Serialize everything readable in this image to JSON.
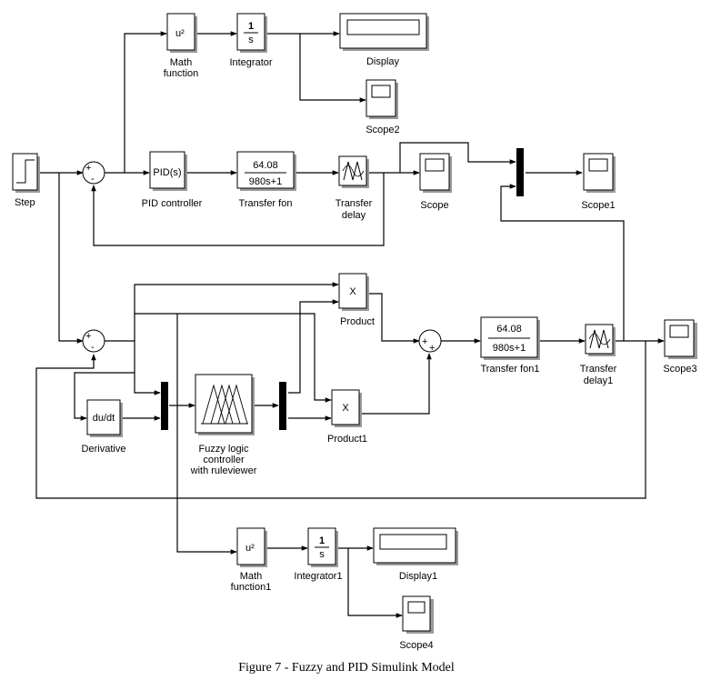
{
  "blocks": {
    "step": {
      "label": "Step"
    },
    "math_function": {
      "label_line1": "Math",
      "label_line2": "function",
      "glyph": "u²"
    },
    "integrator": {
      "label": "Integrator",
      "glyph_num": "1",
      "glyph_den": "s"
    },
    "display": {
      "label": "Display"
    },
    "scope2": {
      "label": "Scope2"
    },
    "pid_controller": {
      "label": "PID controller",
      "glyph": "PID(s)"
    },
    "transfer_fcn": {
      "label": "Transfer fon",
      "num": "64.08",
      "den": "980s+1"
    },
    "transfer_delay": {
      "label_line1": "Transfer",
      "label_line2": "delay"
    },
    "scope": {
      "label": "Scope"
    },
    "scope1": {
      "label": "Scope1"
    },
    "product": {
      "label": "Product",
      "glyph": "X"
    },
    "product1": {
      "label": "Product1",
      "glyph": "X"
    },
    "transfer_fcn1": {
      "label": "Transfer fon1",
      "num": "64.08",
      "den": "980s+1"
    },
    "transfer_delay1": {
      "label_line1": "Transfer",
      "label_line2": "delay1"
    },
    "scope3": {
      "label": "Scope3"
    },
    "derivative": {
      "label": "Derivative",
      "glyph": "du/dt"
    },
    "fuzzy": {
      "label_line1": "Fuzzy logic",
      "label_line2": "controller",
      "label_line3": "with ruleviewer"
    },
    "math_function1": {
      "label_line1": "Math",
      "label_line2": "function1",
      "glyph": "u²"
    },
    "integrator1": {
      "label": "Integrator1",
      "glyph_num": "1",
      "glyph_den": "s"
    },
    "display1": {
      "label": "Display1"
    },
    "scope4": {
      "label": "Scope4"
    }
  },
  "sum_signs": {
    "plus": "+",
    "minus": "-"
  },
  "caption": "Figure 7 - Fuzzy and PID Simulink Model"
}
